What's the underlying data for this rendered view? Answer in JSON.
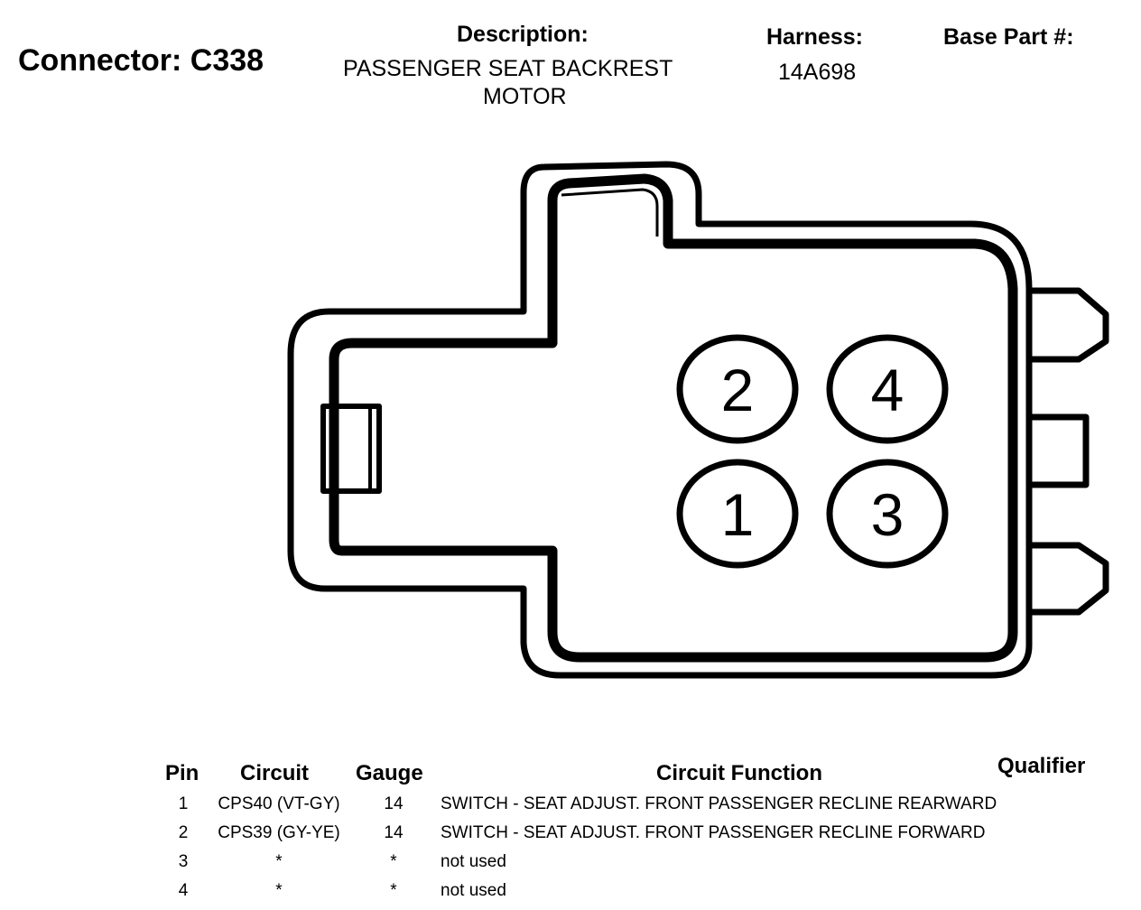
{
  "header": {
    "connector_label": "Connector: C338",
    "description_heading": "Description:",
    "description_line1": "PASSENGER SEAT BACKREST",
    "description_line2": "MOTOR",
    "harness_heading": "Harness:",
    "harness_value": "14A698",
    "base_part_heading": "Base Part #:"
  },
  "connector": {
    "pins": [
      {
        "label": "2"
      },
      {
        "label": "4"
      },
      {
        "label": "1"
      },
      {
        "label": "3"
      }
    ]
  },
  "table": {
    "headers": {
      "pin": "Pin",
      "circuit": "Circuit",
      "gauge": "Gauge",
      "function": "Circuit Function",
      "qualifier": "Qualifier"
    },
    "rows": [
      {
        "pin": "1",
        "circuit": "CPS40 (VT-GY)",
        "gauge": "14",
        "function": "SWITCH - SEAT ADJUST. FRONT PASSENGER RECLINE REARWARD"
      },
      {
        "pin": "2",
        "circuit": "CPS39 (GY-YE)",
        "gauge": "14",
        "function": "SWITCH - SEAT ADJUST. FRONT PASSENGER RECLINE FORWARD"
      },
      {
        "pin": "3",
        "circuit": "*",
        "gauge": "*",
        "function": "not used"
      },
      {
        "pin": "4",
        "circuit": "*",
        "gauge": "*",
        "function": "not used"
      }
    ]
  }
}
